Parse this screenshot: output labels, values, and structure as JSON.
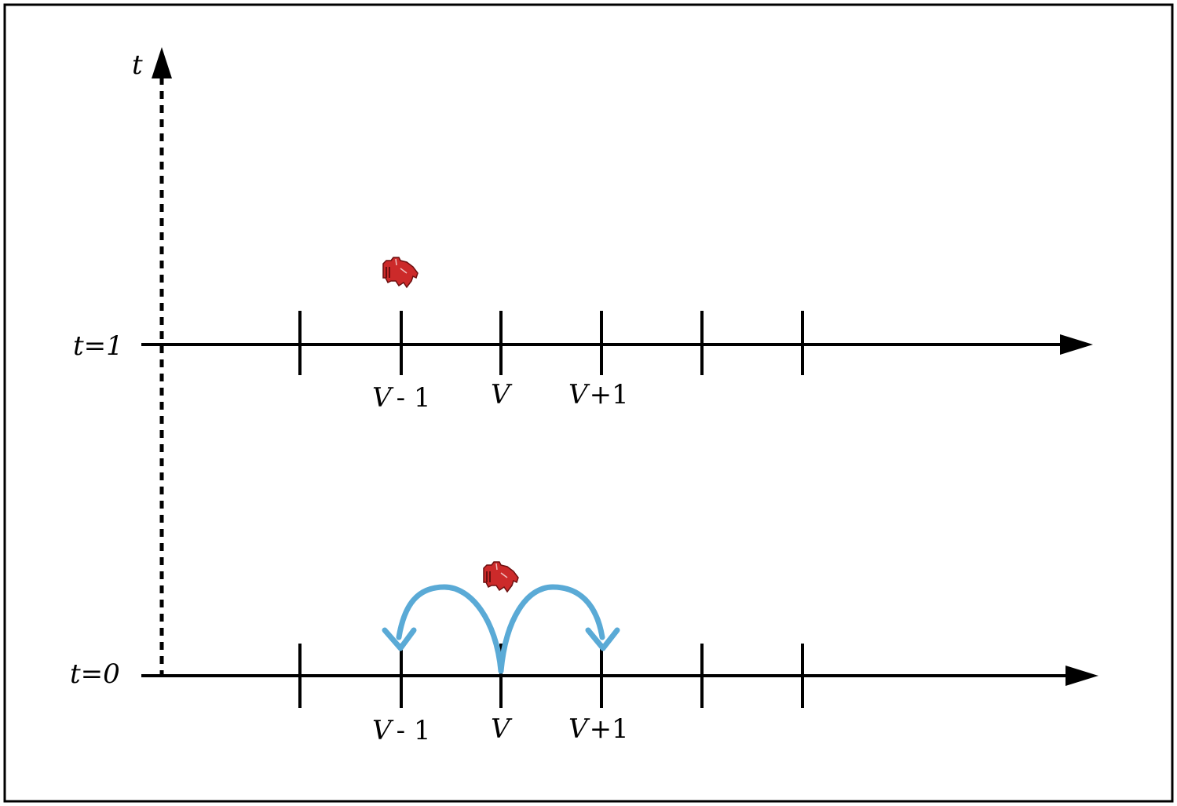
{
  "axis": {
    "label": "t"
  },
  "rows": [
    {
      "level_label": "t=1",
      "tick_labels": [
        {
          "var": "V",
          "suffix": "- 1"
        },
        {
          "var": "V",
          "suffix": ""
        },
        {
          "var": "V",
          "suffix": "+1"
        }
      ],
      "transitions": []
    },
    {
      "level_label": "t=0",
      "tick_labels": [
        {
          "var": "V",
          "suffix": "- 1"
        },
        {
          "var": "V",
          "suffix": ""
        },
        {
          "var": "V",
          "suffix": "+1"
        }
      ],
      "transitions": [
        "left",
        "right"
      ]
    }
  ],
  "colors": {
    "line": "#000000",
    "arrow": "#5aaad6",
    "robot": "#cc2a2a",
    "frame": "#000000"
  },
  "icons": [
    "robot-icon"
  ]
}
